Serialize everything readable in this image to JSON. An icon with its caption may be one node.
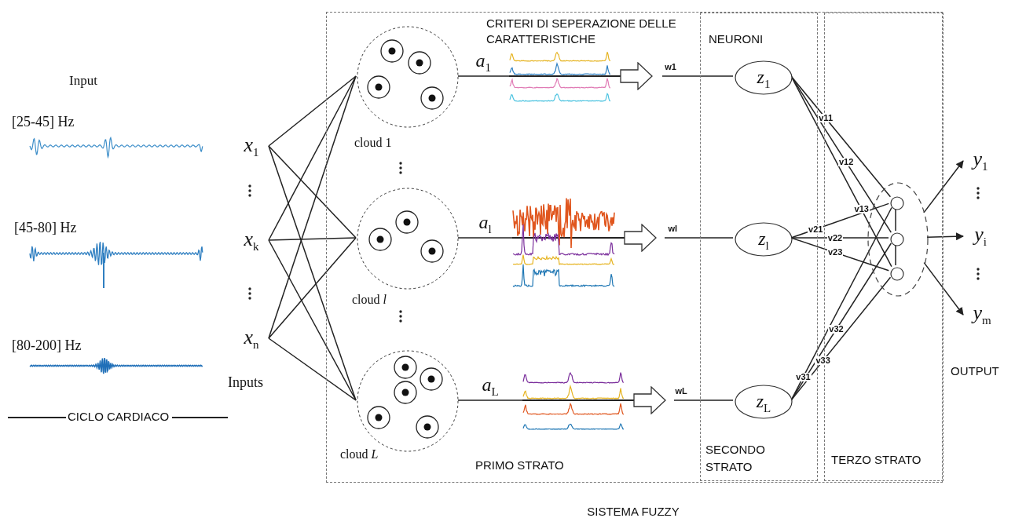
{
  "diagram": {
    "nodes": [
      {
        "text": [
          "SISTEMA FUZZY"
        ]
      },
      {
        "text": [
          "NEURONI",
          "SECONDO STRATO"
        ],
        "in": 0
      },
      {
        "text": [
          "TERZO STRATO"
        ],
        "in": 0
      },
      {
        "text": [
          "x$_{1}$"
        ]
      },
      {
        "text": [
          "x$_{k}$"
        ]
      },
      {
        "text": [
          "x$_{n}$"
        ]
      },
      {
        "text": [],
        "shape": "circle",
        "beside": [
          "cloud 1"
        ],
        "in": 0
      },
      {
        "text": [],
        "shape": "circle",
        "beside": [
          "cloud *l*"
        ],
        "in": 0
      },
      {
        "text": [],
        "shape": "circle",
        "beside": [
          "cloud *L*"
        ],
        "in": 0
      },
      {
        "text": [],
        "shape": "picture",
        "in": 0
      },
      {
        "text": [],
        "shape": "picture",
        "in": 0
      },
      {
        "text": [],
        "shape": "picture",
        "in": 0
      },
      {
        "text": [
          "z$_{1}$"
        ],
        "in": 1
      },
      {
        "text": [
          "z$_{l}$"
        ],
        "in": 1
      },
      {
        "text": [
          "z$_{L}$"
        ],
        "in": 1
      },
      {
        "text": [],
        "shape": "circle",
        "in": 2
      },
      {
        "text": [],
        "shape": "circle",
        "in": 15
      },
      {
        "text": [],
        "shape": "circle",
        "in": 15
      },
      {
        "text": [],
        "shape": "circle",
        "in": 15
      },
      {
        "text": [
          "y$_{1}$"
        ]
      },
      {
        "text": [
          "y$_{i}$"
        ]
      },
      {
        "text": [
          "y$_{m}$"
        ]
      }
    ],
    "edges": [
      {
        "from": 3,
        "to": 6,
        "arrow": "none"
      },
      {
        "from": 3,
        "to": 7,
        "arrow": "none"
      },
      {
        "from": 3,
        "to": 8,
        "arrow": "none"
      },
      {
        "from": 4,
        "to": 6,
        "arrow": "none"
      },
      {
        "from": 4,
        "to": 7,
        "arrow": "none"
      },
      {
        "from": 4,
        "to": 8,
        "arrow": "none"
      },
      {
        "from": 5,
        "to": 6,
        "arrow": "none"
      },
      {
        "from": 5,
        "to": 7,
        "arrow": "none"
      },
      {
        "from": 5,
        "to": 8,
        "arrow": "none"
      },
      {
        "from": 6,
        "to": 9,
        "arrow": "none",
        "label": "a$_{1}$"
      },
      {
        "from": 7,
        "to": 10,
        "arrow": "none",
        "label": "a$_{l}$"
      },
      {
        "from": 8,
        "to": 11,
        "arrow": "none",
        "label": "a$_{L}$"
      },
      {
        "from": 9,
        "to": null,
        "arrow": "to"
      },
      {
        "from": null,
        "to": 12,
        "arrow": "none",
        "label": "w1"
      },
      {
        "from": 10,
        "to": null,
        "arrow": "to"
      },
      {
        "from": null,
        "to": 13,
        "arrow": "none",
        "label": "wl"
      },
      {
        "from": 11,
        "to": null,
        "arrow": "to"
      },
      {
        "from": null,
        "to": 14,
        "arrow": "none",
        "label": "wL"
      },
      {
        "from": 12,
        "to": 16,
        "arrow": "none",
        "label": "v11"
      },
      {
        "from": 12,
        "to": 17,
        "arrow": "none",
        "label": "v12"
      },
      {
        "from": 12,
        "to": 18,
        "arrow": "none",
        "label": "v13"
      },
      {
        "from": 13,
        "to": 16,
        "arrow": "none",
        "label": "v21"
      },
      {
        "from": 13,
        "to": 17,
        "arrow": "none",
        "label": "v22"
      },
      {
        "from": 13,
        "to": 18,
        "arrow": "none",
        "label": "v23"
      },
      {
        "from": 14,
        "to": 16,
        "arrow": "none",
        "label": "v31"
      },
      {
        "from": 14,
        "to": 17,
        "arrow": "none",
        "label": "v32"
      },
      {
        "from": 14,
        "to": 18,
        "arrow": "none",
        "label": "v33"
      },
      {
        "from": 16,
        "to": 17,
        "arrow": "none"
      },
      {
        "from": 17,
        "to": 18,
        "arrow": "none"
      },
      {
        "from": 15,
        "to": 19,
        "arrow": "to"
      },
      {
        "from": 15,
        "to": 20,
        "arrow": "to"
      },
      {
        "from": 15,
        "to": 21,
        "arrow": "to"
      }
    ],
    "labels": [
      "Input",
      "[25-45] Hz",
      "[45-80] Hz",
      "[80-200] Hz",
      "Inputs",
      "CICLO CARDIACO",
      "CRITERI DI SEPERAZIONE DELLE CARATTERISTICHE",
      "PRIMO STRATO",
      "OUTPUT"
    ]
  }
}
